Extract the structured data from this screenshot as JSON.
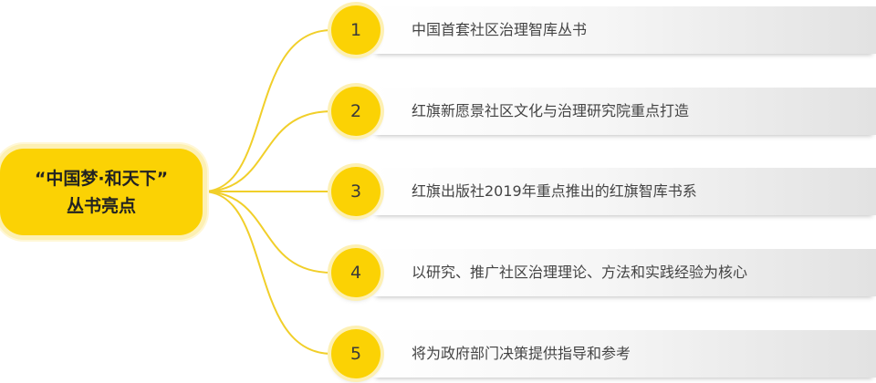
{
  "center": {
    "line1": "“中国梦·和天下”",
    "line2": "丛书亮点"
  },
  "items": [
    {
      "number": "1",
      "text": "中国首套社区治理智库丛书"
    },
    {
      "number": "2",
      "text": "红旗新愿景社区文化与治理研究院重点打造"
    },
    {
      "number": "3",
      "text": "红旗出版社2019年重点推出的红旗智库书系"
    },
    {
      "number": "4",
      "text": "以研究、推广社区治理理论、方法和实践经验为核心"
    },
    {
      "number": "5",
      "text": "将为政府部门决策提供指导和参考"
    }
  ],
  "colors": {
    "accent": "#fbd204",
    "connector": "#f1cf2a"
  }
}
